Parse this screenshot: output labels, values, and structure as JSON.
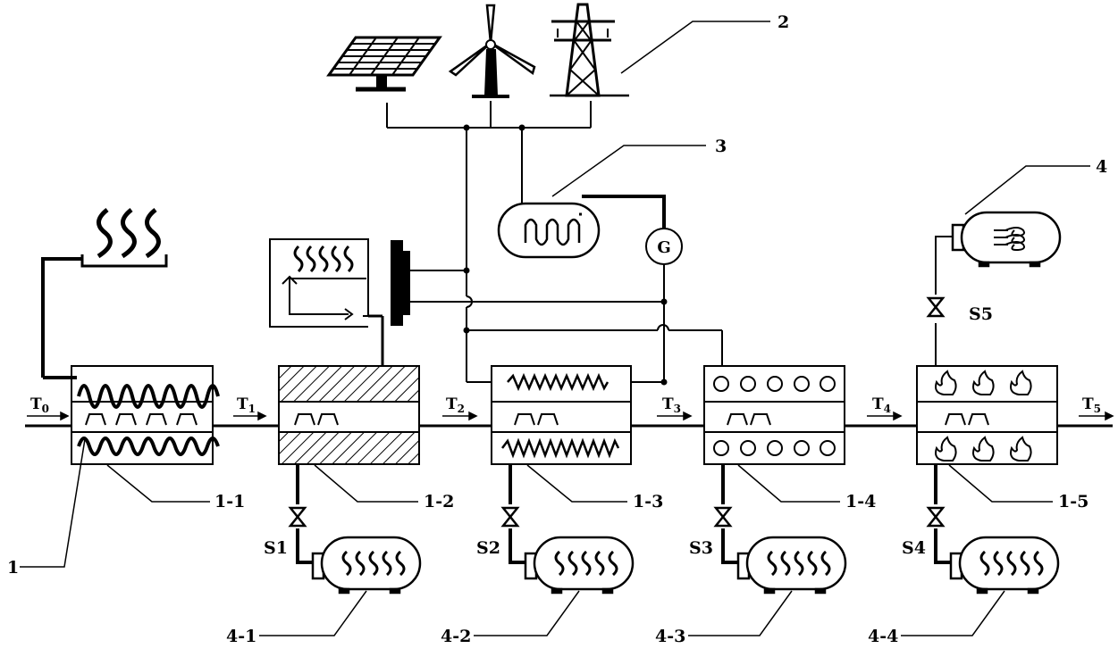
{
  "diagram": {
    "labels": {
      "n1": "1",
      "n1_1": "1-1",
      "n1_2": "1-2",
      "n1_3": "1-3",
      "n1_4": "1-4",
      "n1_5": "1-5",
      "n2": "2",
      "n3": "3",
      "n4": "4",
      "n4_1": "4-1",
      "n4_2": "4-2",
      "n4_3": "4-3",
      "n4_4": "4-4",
      "s1": "S1",
      "s2": "S2",
      "s3": "S3",
      "s4": "S4",
      "s5": "S5",
      "generator": "G"
    },
    "temperatures": [
      {
        "main": "T",
        "sub": "0"
      },
      {
        "main": "T",
        "sub": "1"
      },
      {
        "main": "T",
        "sub": "2"
      },
      {
        "main": "T",
        "sub": "3"
      },
      {
        "main": "T",
        "sub": "4"
      },
      {
        "main": "T",
        "sub": "5"
      }
    ]
  },
  "colors": {
    "stroke": "#000000",
    "background": "#ffffff"
  }
}
